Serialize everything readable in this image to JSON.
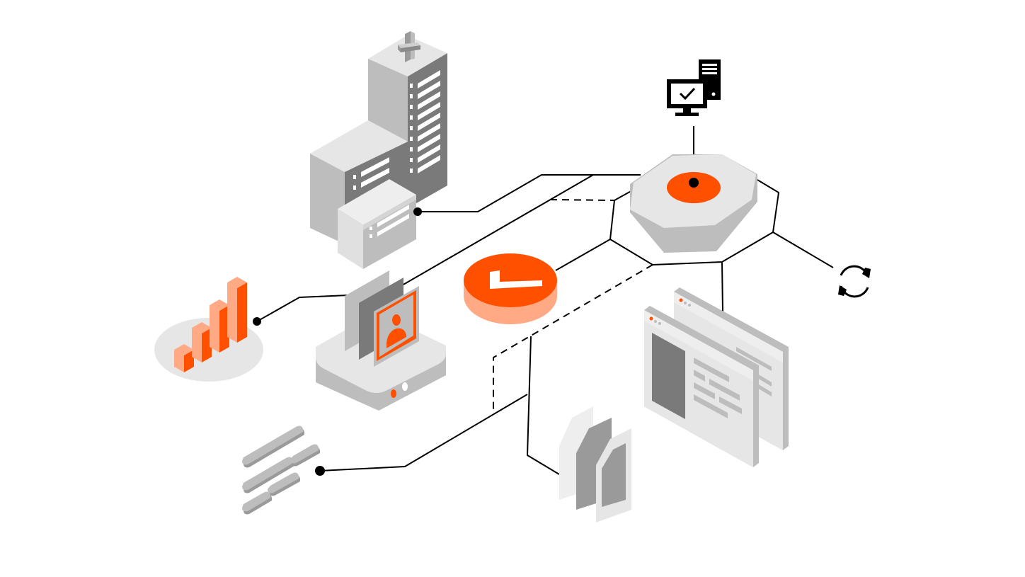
{
  "diagram": {
    "theme": {
      "accent": "#ff5000",
      "accent_light": "#ffaa85",
      "accent_mid": "#ff8a55",
      "gray_light": "#e6e6e6",
      "gray_mid": "#bdbdbd",
      "gray_dark": "#7a7a7a",
      "line": "#000000",
      "background": "#ffffff"
    },
    "nodes": [
      {
        "id": "hospital",
        "icon": "hospital-building-icon"
      },
      {
        "id": "hub",
        "icon": "octagon-hub-icon"
      },
      {
        "id": "workstation",
        "icon": "desktop-server-icon"
      },
      {
        "id": "sync",
        "icon": "sync-icon"
      },
      {
        "id": "chart",
        "icon": "bar-chart-icon"
      },
      {
        "id": "id_device",
        "icon": "id-card-device-icon"
      },
      {
        "id": "token",
        "icon": "orange-token-icon"
      },
      {
        "id": "browsers",
        "icon": "browser-windows-icon"
      },
      {
        "id": "documents",
        "icon": "document-panels-icon"
      },
      {
        "id": "pills",
        "icon": "data-blocks-icon"
      }
    ],
    "connections": [
      {
        "from": "hospital",
        "to": "hub",
        "style": "solid"
      },
      {
        "from": "id_device",
        "to": "hub",
        "style": "solid"
      },
      {
        "from": "chart",
        "to": "id_device",
        "style": "solid"
      },
      {
        "from": "token",
        "to": "hub",
        "style": "solid"
      },
      {
        "from": "hub",
        "to": "sync",
        "style": "solid"
      },
      {
        "from": "hub",
        "to": "browsers",
        "style": "solid"
      },
      {
        "from": "hub",
        "to": "documents",
        "style": "solid"
      },
      {
        "from": "pills",
        "to": "documents",
        "style": "solid"
      },
      {
        "from": "hub",
        "to": "pills",
        "style": "dashed"
      },
      {
        "from": "hub",
        "to": "id_device",
        "style": "dashed"
      }
    ]
  }
}
